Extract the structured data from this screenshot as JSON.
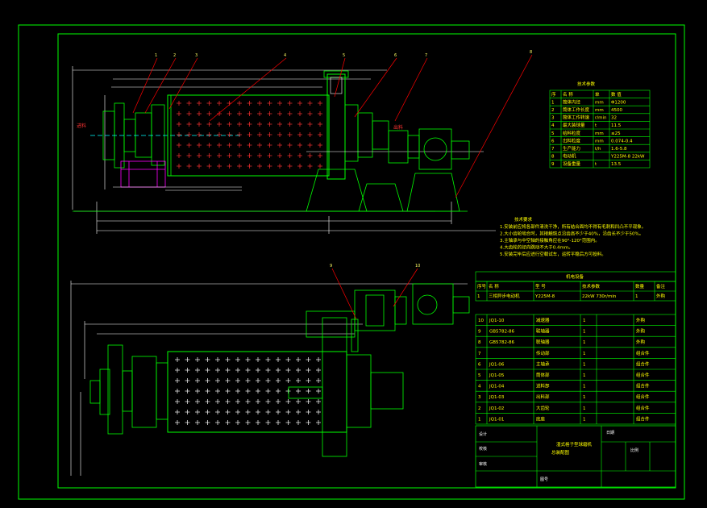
{
  "colors": {
    "background": "#000000",
    "frame": "#00ff00",
    "machine": "#00ff00",
    "shell_marks": "#ff3333",
    "leader": "#ff0000",
    "dimension": "#ffffff",
    "text_yellow": "#ffff00",
    "text_white": "#ffffff",
    "detail_magenta": "#ff00ff",
    "detail_cyan": "#00ffff"
  },
  "drawing": {
    "top_view_labels": {
      "callouts": [
        "1",
        "2",
        "3",
        "4",
        "5",
        "6",
        "7",
        "8"
      ],
      "inlet": "进料",
      "outlet": "出料"
    },
    "bottom_view_labels": {
      "callouts": [
        "9",
        "10"
      ]
    }
  },
  "tech_params": {
    "title": "技术参数",
    "headers": [
      "序",
      "名 称",
      "单",
      "数 值"
    ],
    "rows": [
      [
        "1",
        "筒体内径",
        "mm",
        "Φ1200"
      ],
      [
        "2",
        "筒体工作长度",
        "mm",
        "4500"
      ],
      [
        "3",
        "筒体工作转速",
        "r/min",
        "32"
      ],
      [
        "4",
        "最大装球量",
        "t",
        "11.5"
      ],
      [
        "5",
        "给料粒度",
        "mm",
        "≤25"
      ],
      [
        "6",
        "出料粒度",
        "mm",
        "0.074-0.4"
      ],
      [
        "7",
        "生产能力",
        "t/h",
        "1.6-5.8"
      ],
      [
        "8",
        "电动机",
        "",
        "Y225M-8 22kW"
      ],
      [
        "9",
        "设备重量",
        "t",
        "13.5"
      ]
    ]
  },
  "tech_requirements": {
    "title": "技术要求",
    "items": [
      "1.安装前应将各部件清洗干净，所有结合面均不得有毛刺和凹凸不平现象。",
      "2.大小齿轮啮合时，其接触斑点沿齿高不少于40%，沿齿长不少于50%。",
      "3.主轴承与中空轴的接触角应在90°-120°范围内。",
      "4.大齿轮的径向跳动不大于0.4mm。",
      "5.安装完毕后应进行空载试车，运转平稳后方可投料。"
    ]
  },
  "electrical_table": {
    "title": "机电设备",
    "headers": [
      "序号",
      "名 称",
      "型 号",
      "技术参数",
      "数量",
      "备注"
    ],
    "rows": [
      [
        "1",
        "三相异步电动机",
        "Y225M-8",
        "22kW 730r/min",
        "1",
        "外购"
      ]
    ]
  },
  "parts_list": {
    "rows": [
      [
        "10",
        "JQ1-10",
        "减速器",
        "1",
        "",
        "外购"
      ],
      [
        "9",
        "GB5782-86",
        "联轴器",
        "1",
        "",
        "外购"
      ],
      [
        "8",
        "GB5782-86",
        "联轴器",
        "1",
        "",
        "外购"
      ],
      [
        "7",
        "",
        "传动部",
        "1",
        "",
        "组合件"
      ],
      [
        "6",
        "JQ1-06",
        "主轴承",
        "1",
        "",
        "组合件"
      ],
      [
        "5",
        "JQ1-05",
        "筒体部",
        "1",
        "",
        "组合件"
      ],
      [
        "4",
        "JQ1-04",
        "进料部",
        "1",
        "",
        "组合件"
      ],
      [
        "3",
        "JQ1-03",
        "出料部",
        "1",
        "",
        "组合件"
      ],
      [
        "2",
        "JQ1-02",
        "大齿轮",
        "1",
        "",
        "组合件"
      ],
      [
        "1",
        "JQ1-01",
        "底座",
        "1",
        "",
        "组合件"
      ]
    ]
  },
  "title_block": {
    "line1": "湿式格子型球磨机",
    "line2": "总装配图",
    "fields": [
      "设计",
      "校核",
      "审核",
      "日期",
      "比例",
      "图号"
    ]
  }
}
